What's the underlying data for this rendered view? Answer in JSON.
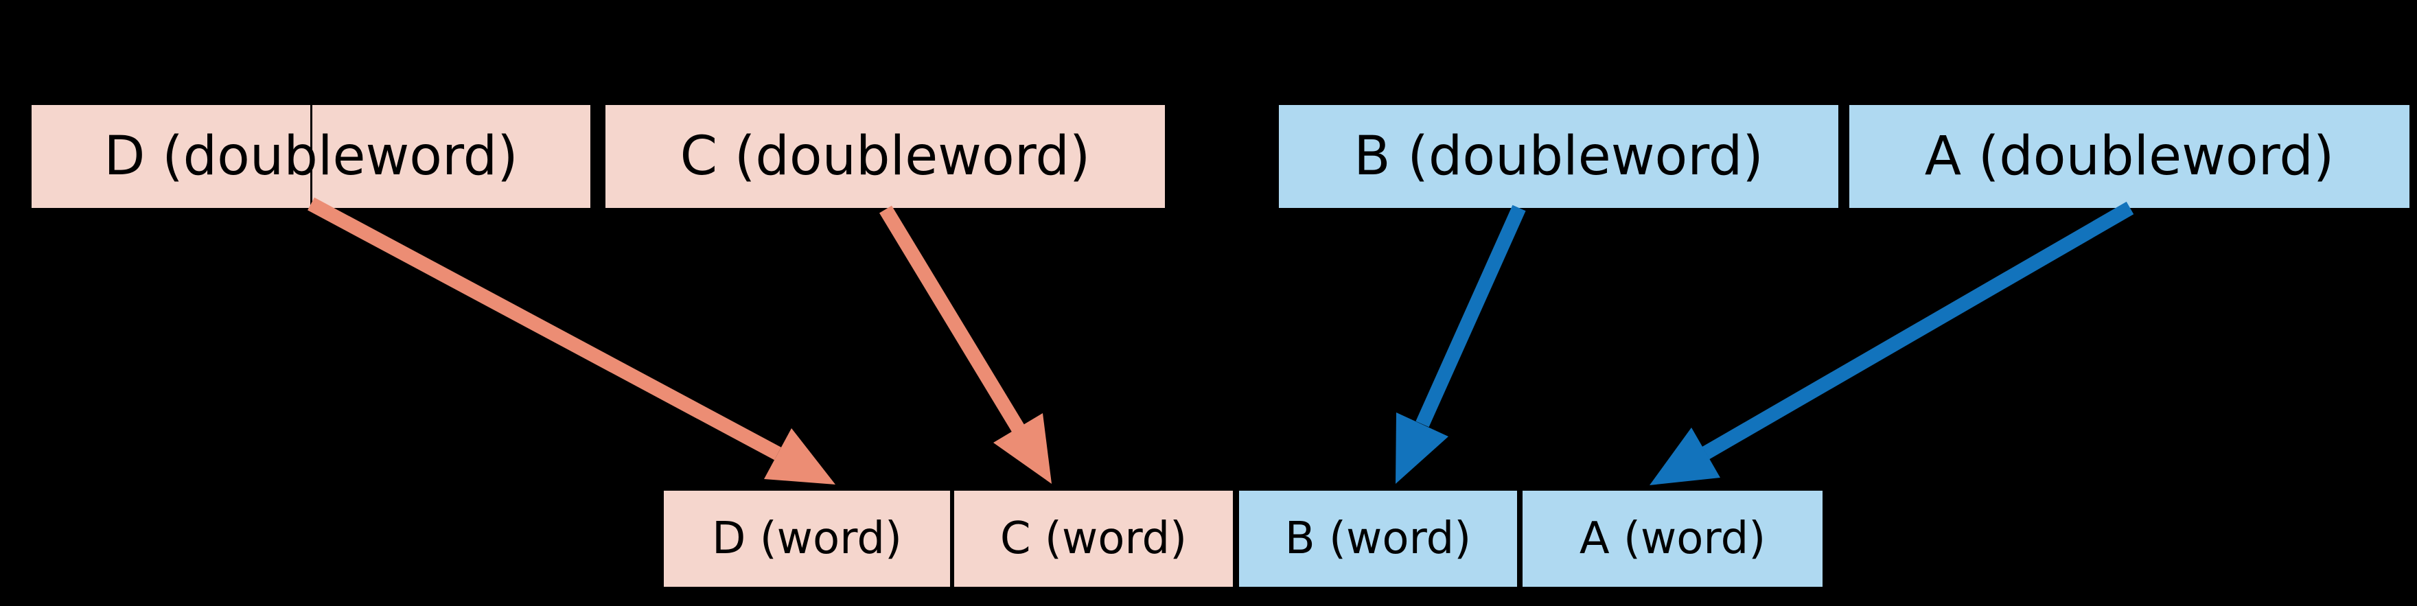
{
  "diagram": {
    "description_semantic": "pack-doublewords-to-words",
    "top_row": {
      "boxes": [
        {
          "label": "D (doubleword)",
          "color_group": "pink"
        },
        {
          "label": "C (doubleword)",
          "color_group": "pink"
        },
        {
          "label": "B (doubleword)",
          "color_group": "blue"
        },
        {
          "label": "A (doubleword)",
          "color_group": "blue"
        }
      ]
    },
    "bottom_row": {
      "boxes": [
        {
          "label": "D (word)",
          "color_group": "pink"
        },
        {
          "label": "C (word)",
          "color_group": "pink"
        },
        {
          "label": "B (word)",
          "color_group": "blue"
        },
        {
          "label": "A (word)",
          "color_group": "blue"
        }
      ]
    },
    "arrows": [
      {
        "name": "arrow-d-doubleword-to-d-word",
        "color_group": "salmon"
      },
      {
        "name": "arrow-c-doubleword-to-c-word",
        "color_group": "salmon"
      },
      {
        "name": "arrow-b-doubleword-to-b-word",
        "color_group": "blue"
      },
      {
        "name": "arrow-a-doubleword-to-a-word",
        "color_group": "blue"
      }
    ]
  },
  "colors": {
    "background": "#000000",
    "pink_fill": "#F5D6CD",
    "blue_fill": "#AFD9F1",
    "salmon_arrow": "#EC8D74",
    "blue_arrow": "#1273BC",
    "text": "#000000",
    "divider": "#000000"
  }
}
